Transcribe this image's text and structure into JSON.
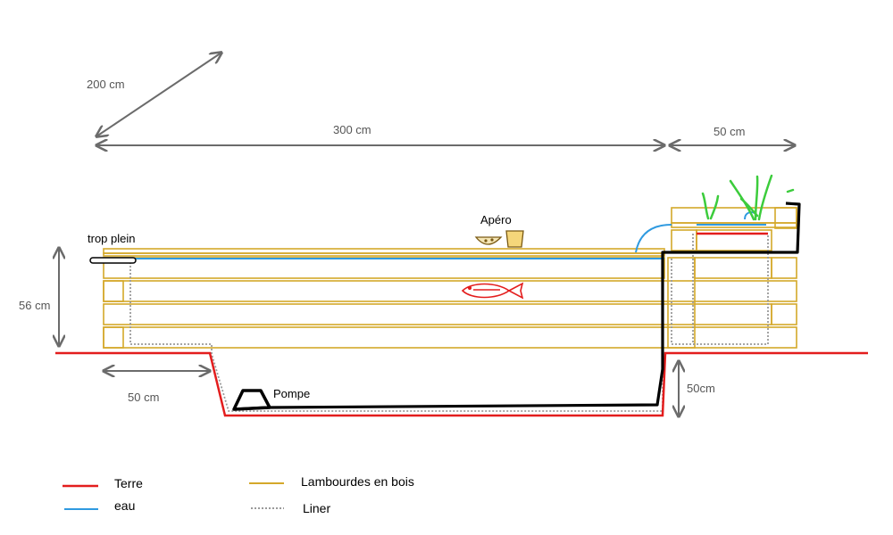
{
  "dimensions": {
    "depth": "200 cm",
    "length": "300 cm",
    "planter_width": "50 cm",
    "height": "56 cm",
    "shelf": "50 cm",
    "trench_depth": "50cm"
  },
  "labels": {
    "overflow": "trop plein",
    "apero": "Apéro",
    "pump": "Pompe"
  },
  "legend": [
    {
      "label": "Terre",
      "color": "#e31d1d",
      "style": "solid"
    },
    {
      "label": "eau",
      "color": "#2f9ae0",
      "style": "solid"
    },
    {
      "label": "Lambourdes en bois",
      "color": "#d4a82a",
      "style": "solid"
    },
    {
      "label": "Liner",
      "color": "#9a9a9a",
      "style": "dotted"
    }
  ],
  "colors": {
    "earth": "#e31d1d",
    "water": "#2f9ae0",
    "wood": "#d4a82a",
    "liner": "#9a9a9a",
    "pipe": "#000000",
    "plant": "#3ccc3c",
    "dimension": "#6b6b6b"
  }
}
